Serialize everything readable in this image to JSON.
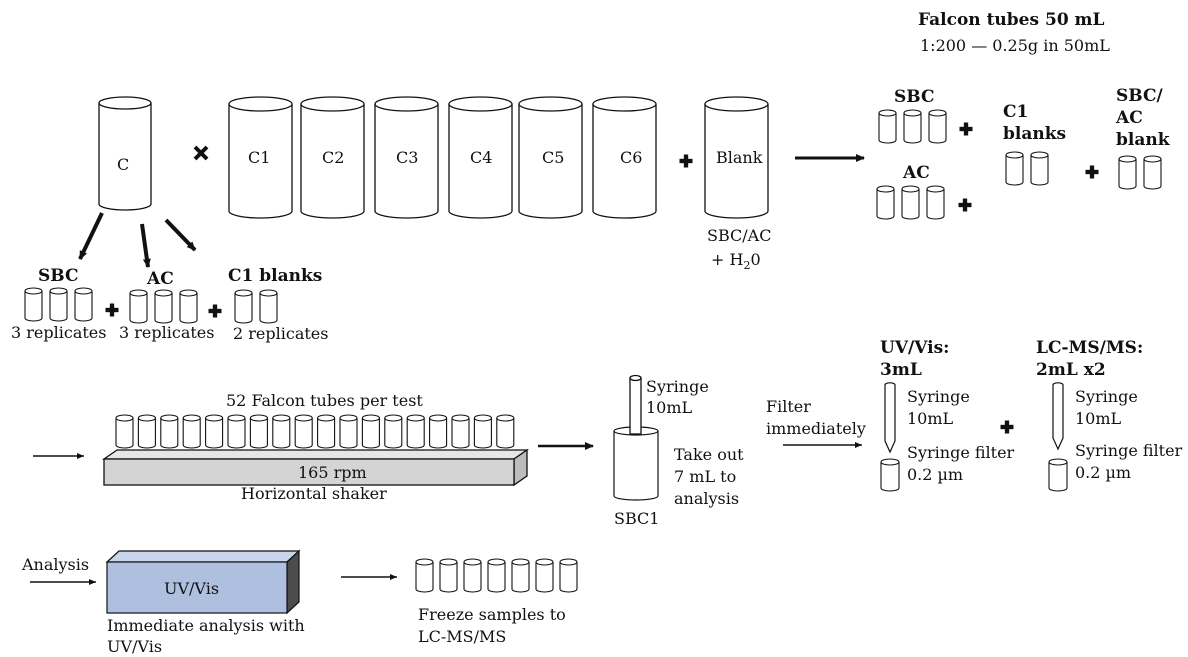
{
  "header": {
    "title": "Falcon tubes 50 mL",
    "subtitle": "1:200 — 0.25g in 50mL"
  },
  "columns": {
    "c": "C",
    "c1": "C1",
    "c2": "C2",
    "c3": "C3",
    "c4": "C4",
    "c5": "C5",
    "c6": "C6",
    "blank": "Blank",
    "blank_note_1": "SBC/AC",
    "blank_note_2": "+ H",
    "blank_note_sub": "2",
    "blank_note_3": "0"
  },
  "left_groups": {
    "sbc": "SBC",
    "ac": "AC",
    "c1_blanks": "C1 blanks",
    "rep3_a": "3 replicates",
    "rep3_b": "3 replicates",
    "rep2": "2 replicates"
  },
  "right_groups": {
    "sbc": "SBC",
    "ac": "AC",
    "c1_line1": "C1",
    "c1_line2": "blanks",
    "sbcac_line1": "SBC/",
    "sbcac_line2": "AC",
    "sbcac_line3": "blank"
  },
  "shaker": {
    "count_label": "52 Falcon tubes per test",
    "rpm": "165 rpm",
    "name": "Horizontal shaker"
  },
  "syringe_step": {
    "syringe_line1": "Syringe",
    "syringe_line2": "10mL",
    "take_out_1": "Take out",
    "take_out_2": "7 mL to",
    "take_out_3": "analysis",
    "tube_label": "SBC1",
    "filter_1": "Filter",
    "filter_2": "immediately"
  },
  "uvvis_box": {
    "head_1": "UV/Vis:",
    "head_2": "3mL",
    "syr_1": "Syringe",
    "syr_2": "10mL",
    "filt_1": "Syringe filter",
    "filt_2": "0.2 µm"
  },
  "lcms_box": {
    "head_1": "LC-MS/MS:",
    "head_2": "2mL x2",
    "syr_1": "Syringe",
    "syr_2": "10mL",
    "filt_1": "Syringe filter",
    "filt_2": "0.2 µm"
  },
  "analysis": {
    "label": "Analysis",
    "instrument": "UV/Vis",
    "caption_1": "Immediate analysis with",
    "caption_2": "UV/Vis",
    "freeze_1": "Freeze samples to",
    "freeze_2": "LC-MS/MS"
  },
  "colors": {
    "ink": "#111111",
    "shaker_fill": "#d4d4d4",
    "instrument_front": "#aebfdf",
    "instrument_top": "#c9d5ec",
    "instrument_side": "#4c4c4c"
  }
}
